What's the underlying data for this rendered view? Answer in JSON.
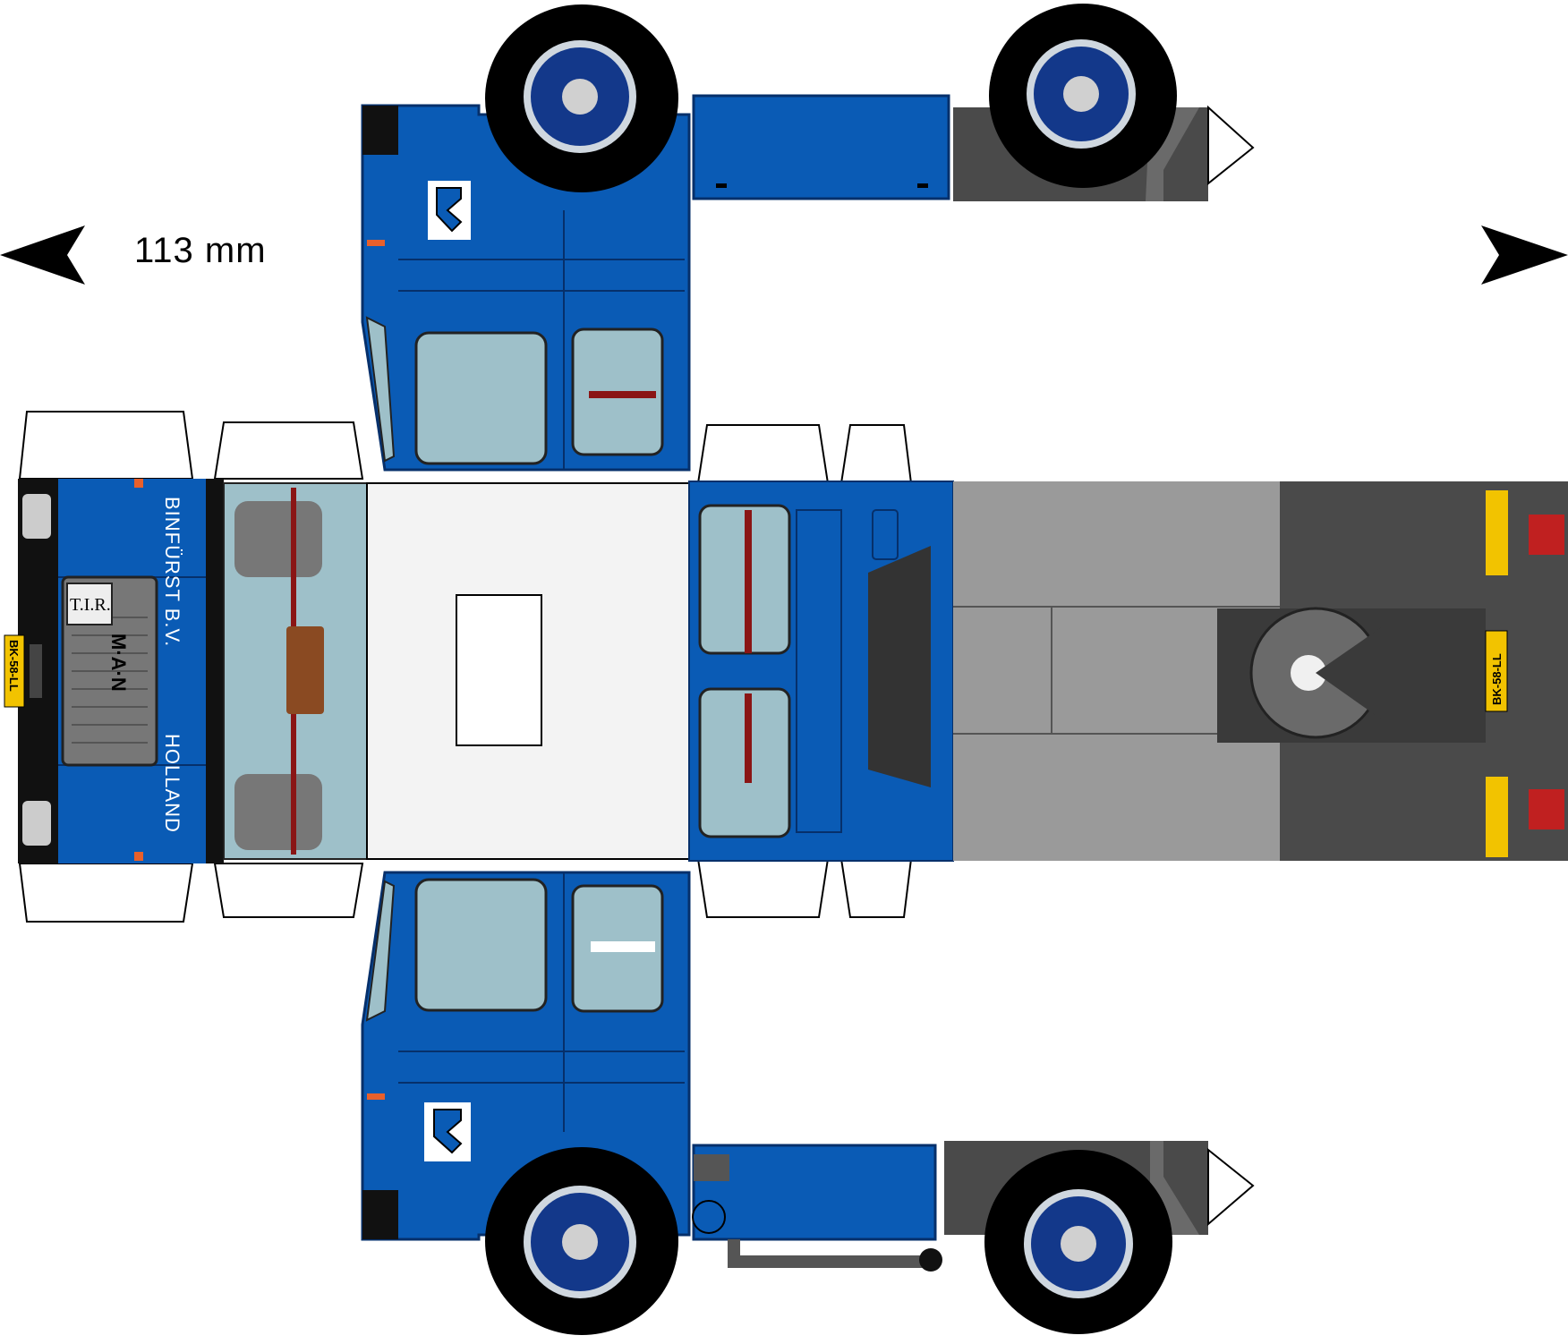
{
  "dimension": {
    "label": "113 mm"
  },
  "front": {
    "company_name": "BINFÜRST B.V.",
    "company_country": "HOLLAND",
    "brand": "M·A·N",
    "tir": "T.I.R."
  },
  "plates": {
    "front": "BK-58-LL",
    "rear": "BK-58-LL"
  },
  "colors": {
    "cab_blue": "#0a5bb5",
    "dark_blue_outline": "#06306b",
    "window_glass": "#9ec0c9",
    "chassis_grey": "#4a4a4a",
    "tread_plate": "#9a9a9a",
    "plate_yellow": "#f2c300",
    "warning_orange": "#e8602b"
  },
  "icons": [
    "arrow-left-icon",
    "arrow-right-icon",
    "company-logo-icon",
    "wheel-icon"
  ]
}
